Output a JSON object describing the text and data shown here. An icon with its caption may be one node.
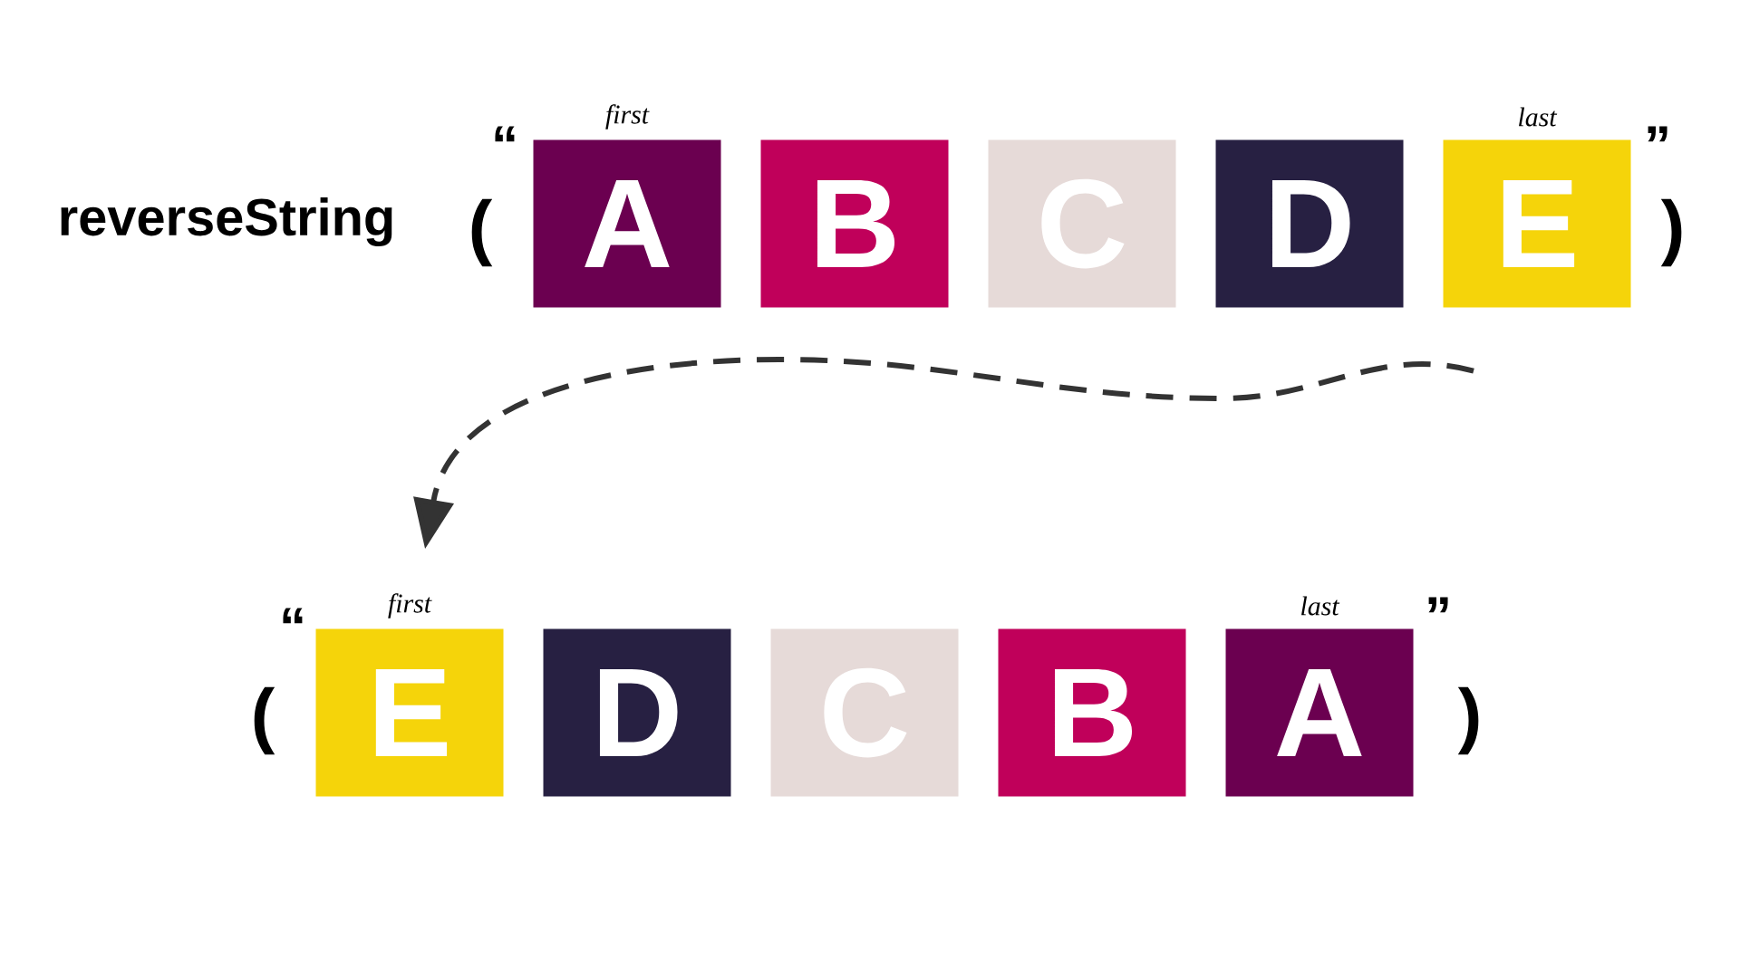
{
  "diagram": {
    "nodes": [
      {
        "text": [
          "A"
        ],
        "beside": [
          "first"
        ]
      },
      {
        "text": [
          "B"
        ]
      },
      {
        "text": [
          "C"
        ]
      },
      {
        "text": [
          "D"
        ]
      },
      {
        "text": [
          "E"
        ],
        "beside": [
          "last"
        ]
      },
      {
        "text": [
          "E"
        ],
        "beside": [
          "first"
        ]
      },
      {
        "text": [
          "D"
        ]
      },
      {
        "text": [
          "C"
        ]
      },
      {
        "text": [
          "B"
        ]
      },
      {
        "text": [
          "A"
        ],
        "beside": [
          "last"
        ]
      }
    ],
    "edges": [
      {
        "from": 4,
        "to": 5,
        "arrow": "to",
        "style": "dashed"
      }
    ],
    "labels": [
      "reverseString",
      "(",
      "“",
      "”",
      ")",
      "(",
      "“",
      "”",
      ")"
    ]
  }
}
